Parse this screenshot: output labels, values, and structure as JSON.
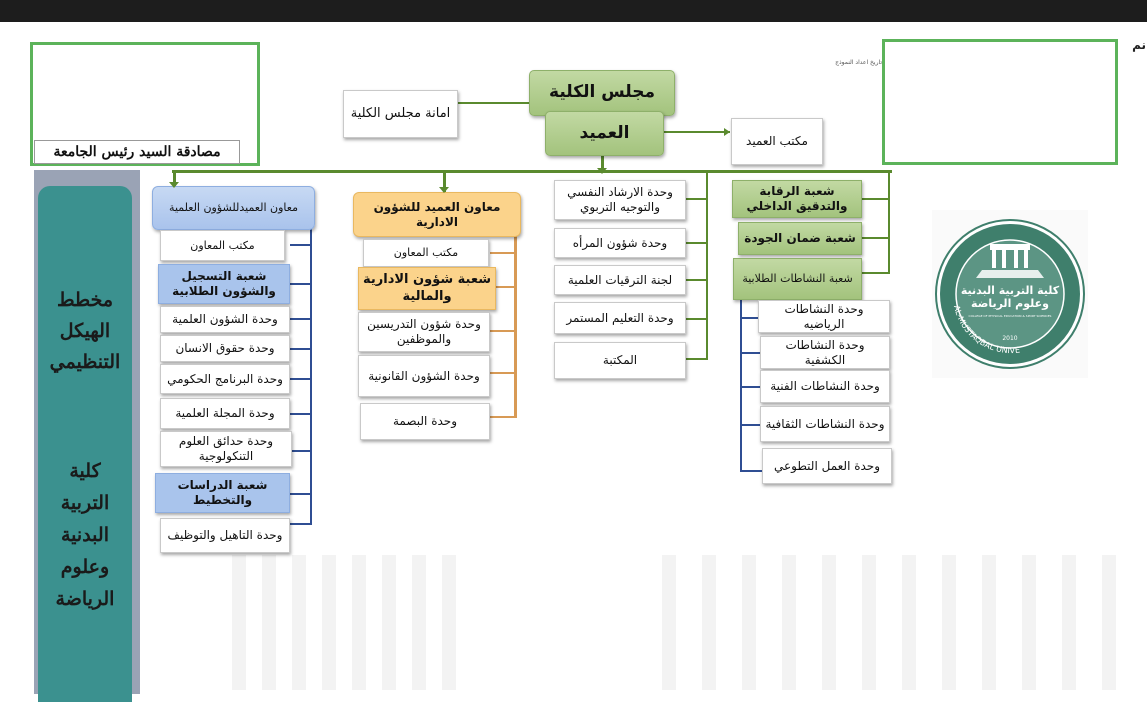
{
  "approval_label": "مصادقة السيد رئيس الجامعة",
  "form_date_label": "تاريخ اعداد النموذج",
  "corner_text": "نم",
  "sidebar": {
    "title_lines": [
      "مخطط",
      "الهيكل",
      "التنظيمي"
    ],
    "college_lines": [
      "كلية",
      "التربية",
      "البدنية",
      "وعلوم",
      "الرياضة"
    ]
  },
  "top": {
    "council": "مجلس الكلية",
    "council_secretariat": "امانة مجلس الكلية",
    "dean": "العميد",
    "dean_office": "مكتب العميد"
  },
  "scientific": {
    "head": "معاون العميدللشؤون العلمية",
    "items": [
      "مكتب المعاون",
      "شعبة التسجيل والشؤون الطلابية",
      "وحدة الشؤون العلمية",
      "وحدة حقوق الانسان",
      "وحدة البرنامج الحكومي",
      "وحدة المجلة العلمية",
      "وحدة حدائق العلوم التنكولوجية",
      "شعبة الدراسات والتخطيط",
      "وحدة التاهيل والتوظيف"
    ]
  },
  "administrative": {
    "head": "معاون العميد  للشؤون الادارية",
    "items": [
      "مكتب المعاون",
      "شعبة  شؤون الادارية والمالية",
      "وحدة شؤون التدريسين والموظفين",
      "وحدة الشؤون القانونية",
      "وحدة البصمة"
    ]
  },
  "dean_units": [
    "وحدة الارشاد النفسي والتوجيه التربوي",
    "وحدة شؤون المرأه",
    "لجنة الترقيات العلمية",
    "وحدة التعليم المستمر",
    "المكتبة"
  ],
  "divisions": [
    "شعبة الرقابة والتدقيق الداخلي",
    "شعبة ضمان الجودة",
    "شعبة النشاطات الطلابية"
  ],
  "student_activities": [
    "وحدة النشاطات الرياضيه",
    "وحدة النشاطات الكشفية",
    "وحدة النشاطات الفنية",
    "وحدة النشاطات الثقافية",
    "وحدة العمل التطوعي"
  ],
  "logo": {
    "name_lines": [
      "كلية التربية البدنية",
      "وعلوم الرياضة"
    ],
    "english": "COLLEGE OF PHYSICAL EDUCATION & SPORT SCIENCES",
    "ring_text": "AL-MUSTAQBAL UNIVERSITY",
    "year": "2010",
    "colors": {
      "ring": "#3f7f6c",
      "inner": "#5c9584",
      "text": "#ffffff"
    }
  }
}
